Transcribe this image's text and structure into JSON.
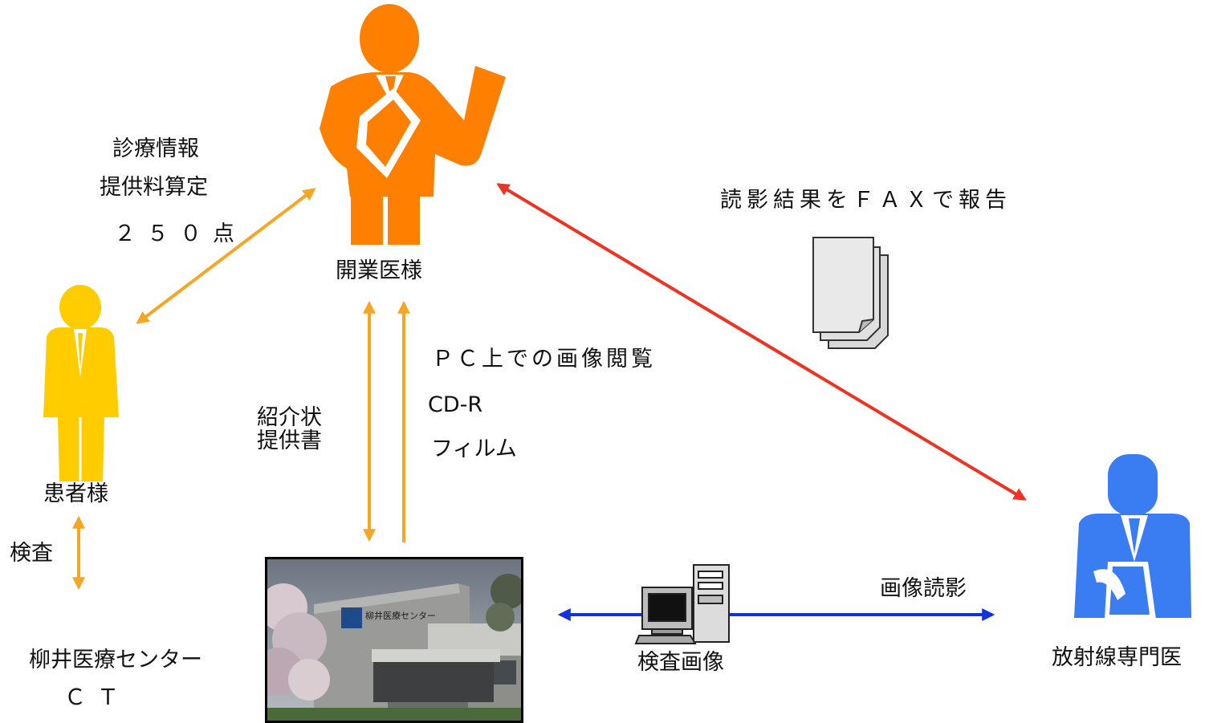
{
  "labels": {
    "gp": "開業医様",
    "patient": "患者様",
    "radiologist": "放射線専門医",
    "fee_line1": "診療情報",
    "fee_line2": "提供料算定",
    "fee_points": "２５０点",
    "fax_report": "読影結果をＦＡＸで報告",
    "referral_line1": "紹介状",
    "referral_line2": "提供書",
    "pc_view": "ＰＣ上での画像閲覧",
    "cdr": "CD-R",
    "film": "フィルム",
    "exam": "検査",
    "center_line1": "柳井医療センター",
    "center_line2": "ＣＴ",
    "exam_images": "検査画像",
    "image_reading": "画像読影"
  },
  "photo": {
    "sign_text": "柳井医療センター"
  },
  "colors": {
    "gp": "#FF8000",
    "patient": "#FFCC00",
    "radiologist": "#3A7CF2",
    "arrow_orange": "#F5A623",
    "arrow_red": "#EE3322",
    "arrow_blue": "#1133DD"
  }
}
